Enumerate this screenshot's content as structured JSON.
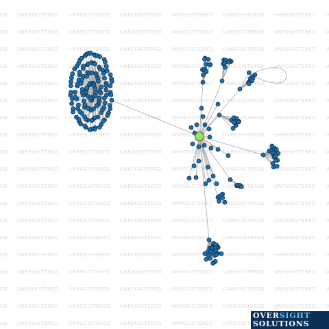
{
  "watermark": "UNREGISTERED",
  "logo": {
    "line1_a": "OVER",
    "line1_b": "SIGHT",
    "line2": "SOLUTIONS"
  },
  "colors": {
    "node": "#1f6fae",
    "node_stroke": "#0d2d45",
    "center_node": "#9be05a",
    "edge": "#a8a8a8",
    "watermark": "#d9d9d9",
    "logo_bg": "#0b2f57",
    "logo_accent": "#59c6f2"
  },
  "graph": {
    "description": "network of entities radiating from a central highlighted node",
    "center_label": "",
    "clusters": [
      {
        "name": "large-ellipse-cluster",
        "nodes": 150
      },
      {
        "name": "top-left-cluster",
        "nodes": 10
      },
      {
        "name": "top-cluster",
        "nodes": 8
      },
      {
        "name": "top-right-cluster",
        "nodes": 8
      },
      {
        "name": "mid-right-cluster",
        "nodes": 10
      },
      {
        "name": "right-cluster",
        "nodes": 20
      },
      {
        "name": "lower-right-cluster",
        "nodes": 6
      },
      {
        "name": "lower-mid-cluster",
        "nodes": 8
      },
      {
        "name": "bottom-cluster",
        "nodes": 30
      },
      {
        "name": "loose-nodes",
        "nodes": 20
      }
    ]
  }
}
